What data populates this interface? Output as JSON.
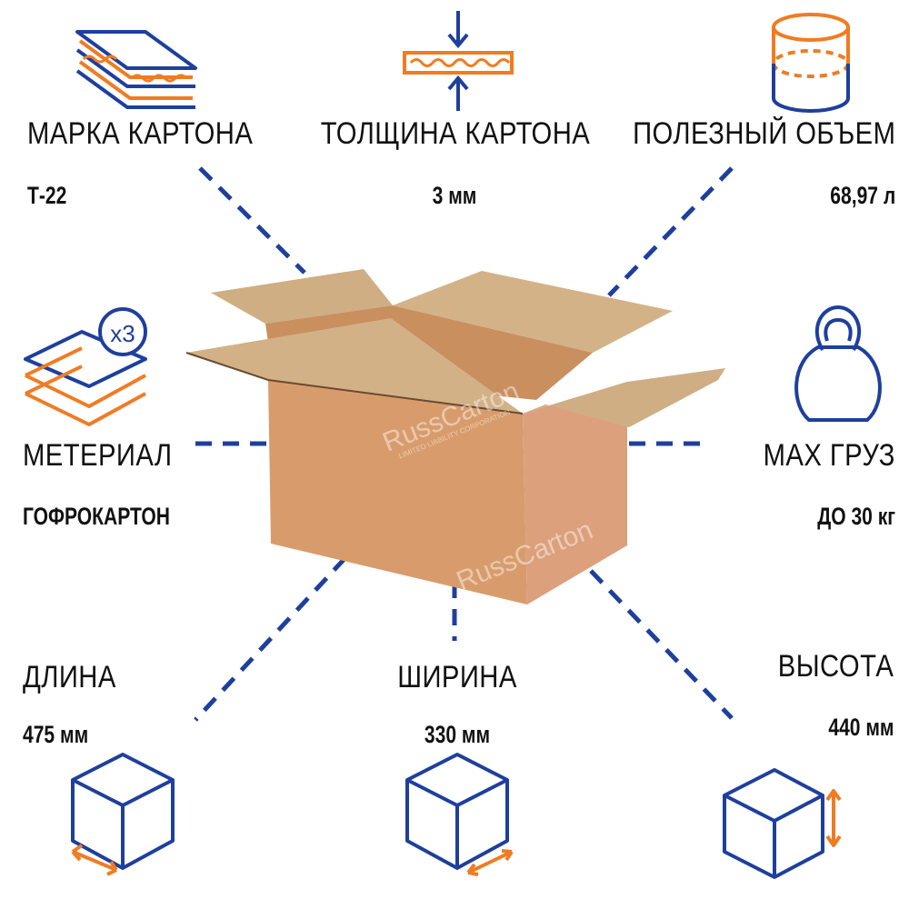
{
  "colors": {
    "blue": "#1f3f9c",
    "orange": "#f07c22",
    "box_front": "#d89c6c",
    "box_side": "#dda07c",
    "flap": "#cfae84"
  },
  "specs": {
    "grade": {
      "label": "МАРКА КАРТОНА",
      "value": "Т-22",
      "icon": "layered-cardboard-icon"
    },
    "thickness": {
      "label": "ТОЛЩИНА КАРТОНА",
      "value": "3 мм",
      "icon": "thickness-icon"
    },
    "volume": {
      "label": "ПОЛЕЗНЫЙ ОБЪЕМ",
      "value": "68,97 л",
      "icon": "cylinder-volume-icon"
    },
    "material": {
      "label": "МЕТЕРИАЛ",
      "value": "ГОФРОКАРТОН",
      "icon": "sheets-stack-icon",
      "badge": "x3"
    },
    "max_load": {
      "label": "MAX ГРУЗ",
      "value": "ДО 30 кг",
      "icon": "kettlebell-icon"
    },
    "length": {
      "label": "ДЛИНА",
      "value": "475 мм",
      "icon": "cube-length-icon"
    },
    "width": {
      "label": "ШИРИНА",
      "value": "330 мм",
      "icon": "cube-width-icon"
    },
    "height": {
      "label": "ВЫСОТА",
      "value": "440 мм",
      "icon": "cube-height-icon"
    }
  },
  "watermark": {
    "brand": "RussCarton",
    "sub": "LIMITED LIABILITY CORPORATION"
  }
}
